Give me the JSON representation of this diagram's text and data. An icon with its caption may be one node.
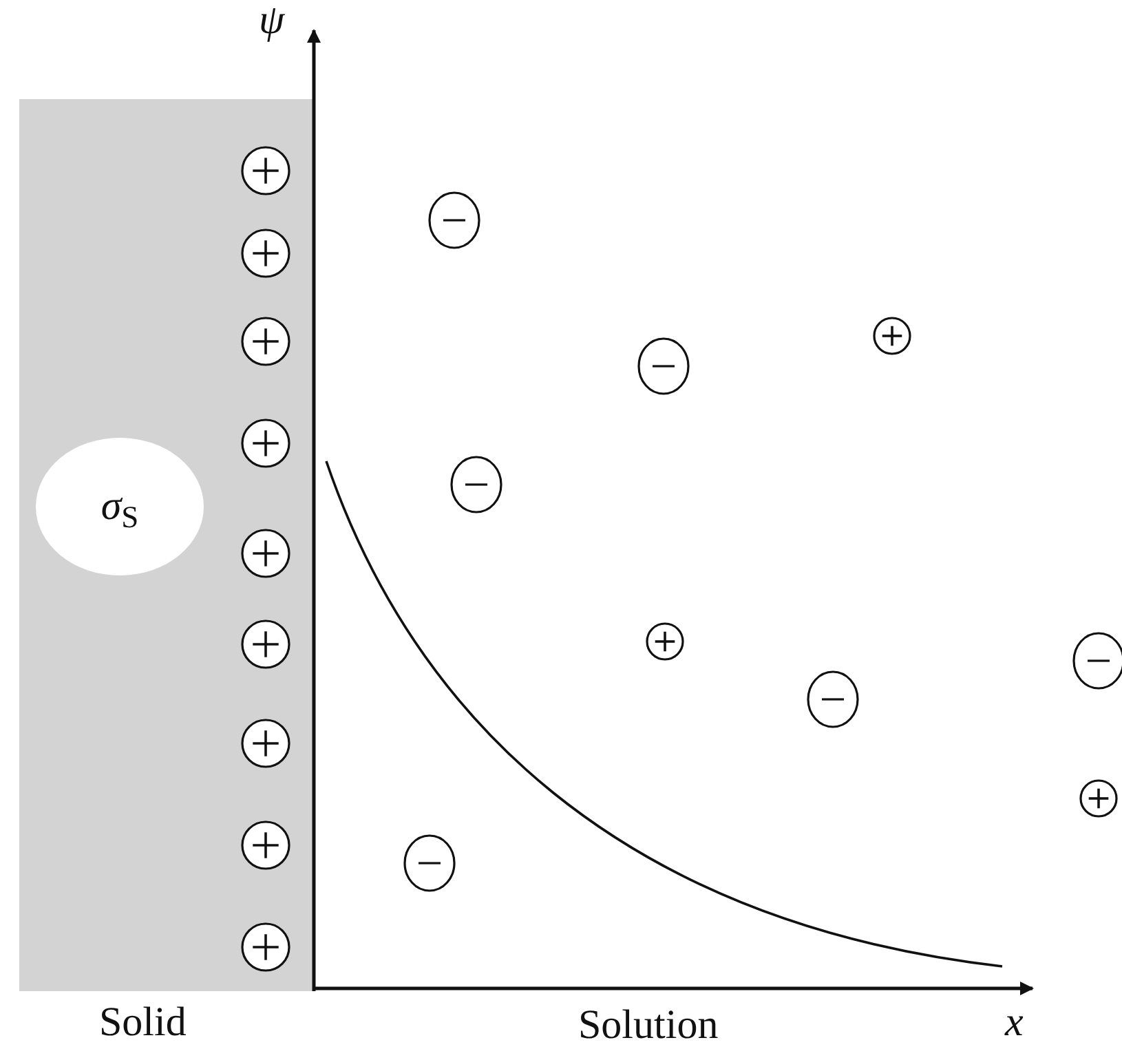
{
  "diagram": {
    "nodes": [
      {
        "text": [
          "Solid"
        ]
      },
      {
        "text": [
          "*σ*$_{S}$"
        ],
        "in": 0
      }
    ],
    "labels": [
      "ψ",
      "x",
      "Solution"
    ]
  }
}
